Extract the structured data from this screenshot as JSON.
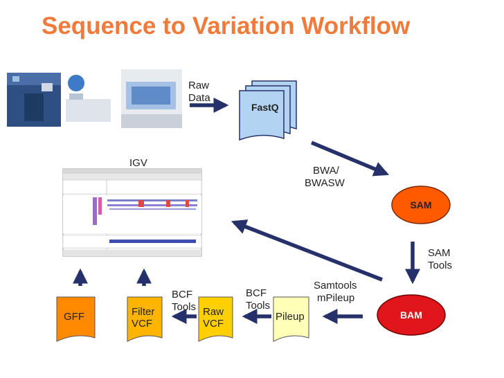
{
  "title": "Sequence to Variation Workflow",
  "labels": {
    "raw_data": [
      "Raw",
      "Data"
    ],
    "bwa": [
      "BWA/",
      "BWASW"
    ],
    "sam_tools": [
      "SAM",
      "Tools"
    ],
    "samtools_mpileup": [
      "Samtools",
      "mPileup"
    ],
    "bcf_tools_1": [
      "BCF",
      "Tools"
    ],
    "bcf_tools_2": [
      "BCF",
      "Tools"
    ],
    "igv": "IGV"
  },
  "nodes": {
    "fastq": "FastQ",
    "sam": "SAM",
    "bam": "BAM",
    "pileup": "Pileup",
    "raw_vcf": [
      "Raw",
      "VCF"
    ],
    "filter_vcf": [
      "Filter",
      "VCF"
    ],
    "gff": "GFF"
  },
  "colors": {
    "title": "#f07a3a",
    "arrow": "#26316b",
    "fastq": "#b3d3f3",
    "sam": "#ff5a00",
    "bam": "#e0161a",
    "pileup": "#ffffb8",
    "raw_vcf": "#ffd000",
    "filter_vcf": "#ffb400",
    "gff": "#ff8a00"
  }
}
